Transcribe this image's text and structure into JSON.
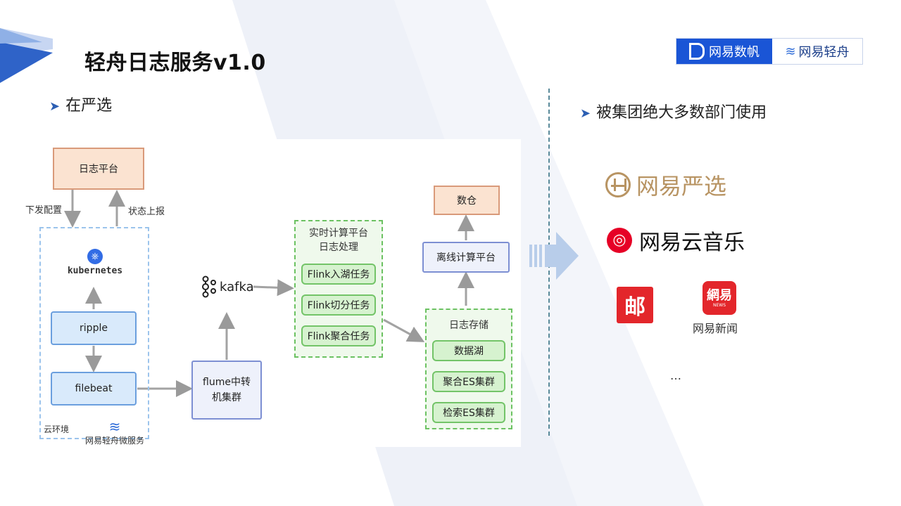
{
  "slide": {
    "title": "轻舟日志服务v1.0",
    "left_bullet": "在严选",
    "right_bullet": "被集团绝大多数部门使用"
  },
  "brand": {
    "logo1": "网易数帆",
    "logo2": "网易轻舟"
  },
  "diagram": {
    "log_platform": "日志平台",
    "issue_config": "下发配置",
    "status_report": "状态上报",
    "kubernetes": "kubernetes",
    "ripple": "ripple",
    "filebeat": "filebeat",
    "cloud_env": "云环境",
    "microservice_logo": "网易轻舟微服务",
    "kafka": "kafka",
    "flume": "flume中转机集群",
    "realtime_title": "实时计算平台\n日志处理",
    "flink1": "Flink入湖任务",
    "flink2": "Flink切分任务",
    "flink3": "Flink聚合任务",
    "warehouse": "数仓",
    "offline": "离线计算平台",
    "storage_title": "日志存储",
    "datalake": "数据湖",
    "es_agg": "聚合ES集群",
    "es_search": "检索ES集群"
  },
  "users": {
    "yanxuan": "网易严选",
    "music": "网易云音乐",
    "mail_icon": "邮",
    "news_icon": "網易",
    "news_icon_sub": "NEWS",
    "news": "网易新闻",
    "more": "…"
  },
  "colors": {
    "accent": "#2c5fb3",
    "peach": "#fbe3d1",
    "green": "#d6f2cf",
    "blue": "#d9eafb"
  }
}
